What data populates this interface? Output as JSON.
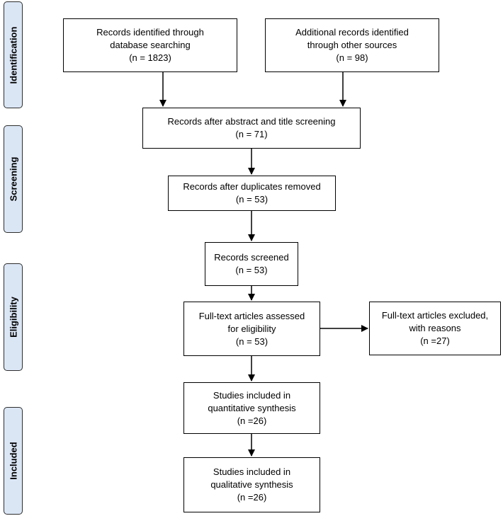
{
  "stages": [
    "Identification",
    "Screening",
    "Eligibility",
    "Included"
  ],
  "boxes": {
    "db_search": [
      "Records identified through",
      "database searching",
      "(n = 1823)"
    ],
    "other_sources": [
      "Additional records identified",
      "through other sources",
      "(n = 98)"
    ],
    "abstract_screen": [
      "Records after abstract and title screening",
      "(n = 71)"
    ],
    "duplicates": [
      "Records after duplicates removed",
      "(n = 53)"
    ],
    "screened": [
      "Records screened",
      "(n = 53)"
    ],
    "fulltext": [
      "Full-text articles assessed",
      "for eligibility",
      "(n = 53)"
    ],
    "excluded": [
      "Full-text articles excluded,",
      "with reasons",
      "(n =27)"
    ],
    "quantitative": [
      "Studies included in",
      "quantitative synthesis",
      "(n =26)"
    ],
    "qualitative": [
      "Studies included in",
      "qualitative synthesis",
      "(n =26)"
    ]
  }
}
